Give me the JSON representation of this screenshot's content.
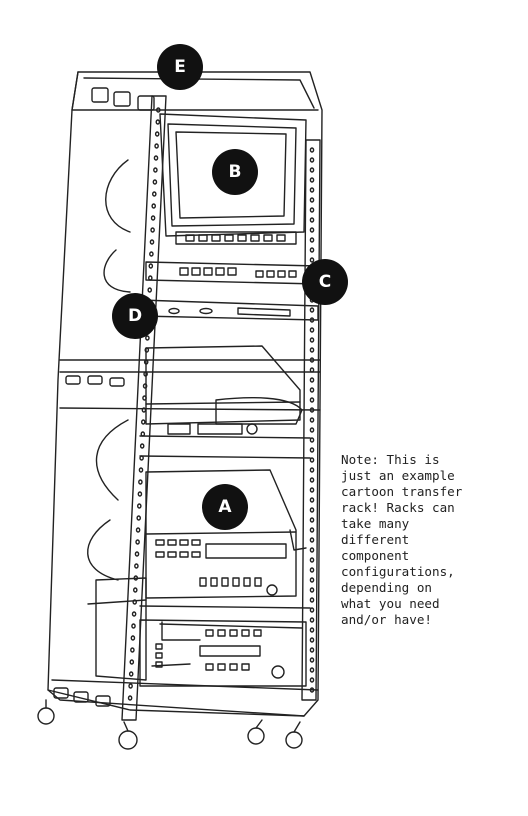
{
  "labels": {
    "a": "A",
    "b": "B",
    "c": "C",
    "d": "D",
    "e": "E"
  },
  "note": "Note: This is\njust an example\ncartoon transfer\nrack! Racks can\ntake many\ndifferent\ncomponent\nconfigurations,\ndepending on\nwhat you need\nand/or have!",
  "colors": {
    "ink": "#222222",
    "label_bg": "#111111",
    "label_text": "#ffffff"
  }
}
